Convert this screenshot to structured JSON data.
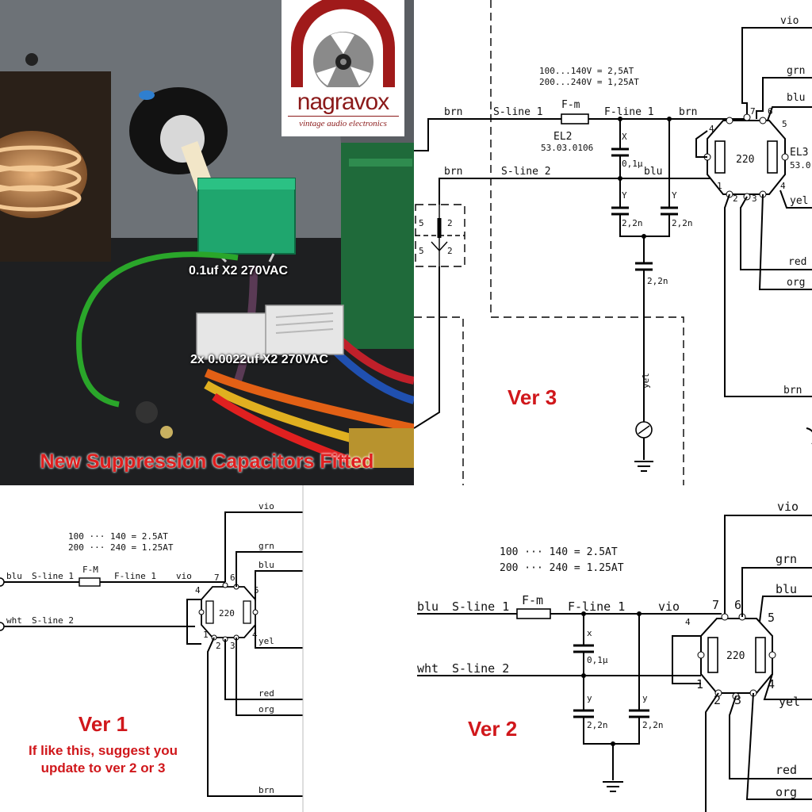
{
  "photo": {
    "logo_name": "nagravox",
    "logo_tagline": "vintage audio electronics",
    "cap_label_1": "0.1uf X2 270VAC",
    "cap_label_2": "2x 0.0022uf X2 270VAC",
    "caption": "New Suppression Capacitors Fitted"
  },
  "ver3": {
    "title": "Ver 3",
    "fuse_rating_1": "100...140V = 2,5AT",
    "fuse_rating_2": "200...240V = 1,25AT",
    "wire_brn_1": "brn",
    "wire_brn_2": "brn",
    "wire_brn_3": "brn",
    "wire_brn_4": "brn",
    "s_line_1": "S-line 1",
    "s_line_2": "S-line 2",
    "fuse": "F-m",
    "f_line_1": "F-line 1",
    "el2": "EL2",
    "el2_part": "53.03.0106",
    "cap_x": "X",
    "cap_x_val": "0,1μ",
    "cap_y": "Y",
    "cap_y_val": "2,2n",
    "wire_blu_cap": "blu",
    "wire_vio": "vio",
    "wire_grn": "grn",
    "wire_blu": "blu",
    "wire_yel": "yel",
    "wire_red": "red",
    "wire_org": "org",
    "wire_yel_ground": "yel",
    "switch_220": "220",
    "el3": "EL3",
    "el3_part": "53.0",
    "pin_1": "1",
    "pin_2": "2",
    "pin_3": "3",
    "pin_4": "4",
    "pin_4b": "4",
    "pin_5": "5",
    "pin_6": "6",
    "pin_7": "7",
    "conn_5a": "5",
    "conn_2a": "2",
    "conn_5b": "5",
    "conn_2b": "2"
  },
  "ver1": {
    "title": "Ver 1",
    "note": "If like this, suggest you update to ver 2 or 3",
    "fuse_rating_1": "100 ··· 140 = 2.5AT",
    "fuse_rating_2": "200 ··· 240 = 1.25AT",
    "wire_blu": "blu",
    "s_line_1": "S-line 1",
    "fuse": "F-M",
    "f_line_1": "F-line 1",
    "wire_vio_in": "vio",
    "wire_wht": "wht",
    "s_line_2": "S-line 2",
    "wire_vio": "vio",
    "wire_grn": "grn",
    "wire_blu_r": "blu",
    "wire_yel": "yel",
    "wire_red": "red",
    "wire_org": "org",
    "wire_brn": "brn",
    "switch_220": "220",
    "pin_1": "1",
    "pin_2": "2",
    "pin_3": "3",
    "pin_4": "4",
    "pin_4b": "4",
    "pin_5": "5",
    "pin_6": "6",
    "pin_7": "7"
  },
  "ver2": {
    "title": "Ver 2",
    "fuse_rating_1": "100 ··· 140 = 2.5AT",
    "fuse_rating_2": "200 ··· 240 = 1.25AT",
    "wire_blu": "blu",
    "s_line_1": "S-line 1",
    "fuse": "F-m",
    "f_line_1": "F-line 1",
    "wire_vio_in": "vio",
    "wire_wht": "wht",
    "s_line_2": "S-line 2",
    "cap_x": "x",
    "cap_x_val": "0,1μ",
    "cap_y": "y",
    "cap_y_val": "2,2n",
    "wire_vio": "vio",
    "wire_grn": "grn",
    "wire_blu_r": "blu",
    "wire_yel": "yel",
    "wire_red": "red",
    "wire_org": "org",
    "switch_220": "220",
    "pin_1": "1",
    "pin_2": "2",
    "pin_3": "3",
    "pin_4": "4",
    "pin_4b": "4",
    "pin_5": "5",
    "pin_6": "6",
    "pin_7": "7"
  },
  "colors": {
    "accent_red": "#d0171b",
    "logo_red": "#8b1a1a",
    "cap_green": "#1fa66e",
    "cap_white": "#e6e6e6"
  }
}
